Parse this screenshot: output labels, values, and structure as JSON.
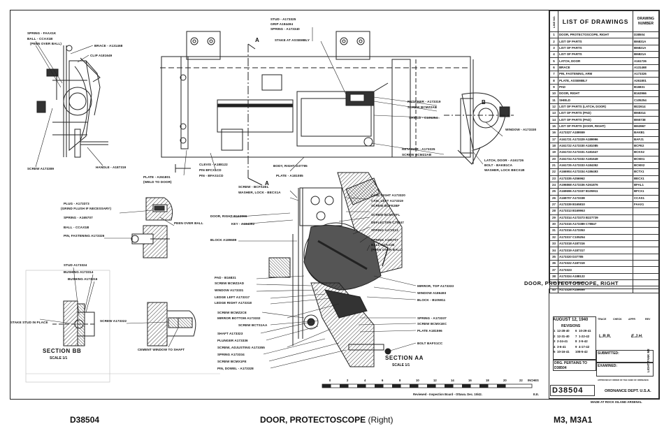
{
  "list_of_drawings": {
    "title": "LIST OF DRAWINGS",
    "line_no_header": "LINE NO.",
    "number_header": "DRAWING NUMBER",
    "rows": [
      {
        "n": "1",
        "d": "DOOR, PROTECTOSCOPE, RIGHT",
        "num": "D38504"
      },
      {
        "n": "2",
        "d": "LIST OF PARTS",
        "num": "BI6831A"
      },
      {
        "n": "3",
        "d": "LIST OF PARTS",
        "num": "BI6821A"
      },
      {
        "n": "4",
        "d": "LIST OF PARTS",
        "num": "BI6821A"
      },
      {
        "n": "5",
        "d": "LATCH, DOOR",
        "num": "A161726"
      },
      {
        "n": "6",
        "d": "BRACE",
        "num": "A131468"
      },
      {
        "n": "7",
        "d": "PIN, FASTENING, ARM",
        "num": "A173326"
      },
      {
        "n": "8",
        "d": "PLATE, ASSEMBLY",
        "num": "A261801"
      },
      {
        "n": "9",
        "d": "PAD",
        "num": "B16831"
      },
      {
        "n": "10",
        "d": "DOOR, RIGHT",
        "num": "B163966"
      },
      {
        "n": "11",
        "d": "SHIELD",
        "num": "C105254"
      },
      {
        "n": "12",
        "d": "LIST OF PARTS (LATCH, DOOR)",
        "num": "BI22614"
      },
      {
        "n": "13",
        "d": "LIST OF PARTS (PAD)",
        "num": "BI68314"
      },
      {
        "n": "14",
        "d": "LIST OF PARTS (PAD)",
        "num": "BI65738"
      },
      {
        "n": "15",
        "d": "LIST OF PARTS (DOOR, RIGHT)",
        "num": "BI63967"
      },
      {
        "n": "16",
        "d": "A173327   A189559",
        "num": "BAKB1"
      },
      {
        "n": "17",
        "d": "A161721   A173329   A189996",
        "num": "BAFJ1"
      },
      {
        "n": "18",
        "d": "A161722   A173330   A181085",
        "num": "BCFE2"
      },
      {
        "n": "19",
        "d": "A161723   A173331   A181647",
        "num": "BCKS2"
      },
      {
        "n": "20",
        "d": "A161724   A173332   A181649",
        "num": "BCMX1"
      },
      {
        "n": "21",
        "d": "A161725   A173333   A184352",
        "num": "BCMX2"
      },
      {
        "n": "22",
        "d": "A166904   A173334   A186493",
        "num": "BCTX1"
      },
      {
        "n": "23",
        "d": "A173335   A256962",
        "num": "BECX1"
      },
      {
        "n": "24",
        "d": "A196868   A173336   A261876",
        "num": "BFAL1"
      },
      {
        "n": "25",
        "d": "A169696   A173337   B105911",
        "num": "BFCX1"
      },
      {
        "n": "26",
        "d": "A169707   A173338",
        "num": "CCAS1"
      },
      {
        "n": "27",
        "d": "A173339   B165810",
        "num": "FAAX1"
      },
      {
        "n": "28",
        "d": "A173313   B169963",
        "num": ""
      },
      {
        "n": "29",
        "d": "A173314   A173373   B227739",
        "num": ""
      },
      {
        "n": "30",
        "d": "A173315   A173389   C78847",
        "num": ""
      },
      {
        "n": "31",
        "d": "A173316   A173353",
        "num": ""
      },
      {
        "n": "32",
        "d": "A173317   C105254",
        "num": ""
      },
      {
        "n": "33",
        "d": "A173318   A187316",
        "num": ""
      },
      {
        "n": "34",
        "d": "A173319   A187317",
        "num": ""
      },
      {
        "n": "35",
        "d": "A173320   D37785",
        "num": ""
      },
      {
        "n": "36",
        "d": "A173322   A187319",
        "num": ""
      },
      {
        "n": "37",
        "d": "A173323",
        "num": ""
      },
      {
        "n": "38",
        "d": "A173324   A188122",
        "num": ""
      },
      {
        "n": "39",
        "d": "A173325   A189698",
        "num": ""
      },
      {
        "n": "40",
        "d": "A173326   A189699",
        "num": ""
      }
    ]
  },
  "drawing_title": "DOOR, PROTECTOSCOPE, RIGHT",
  "title_block": {
    "date": "AUGUST 12, 1940",
    "col_headers": [
      "TRACE",
      "CHECK",
      "APPR",
      "REV"
    ],
    "revisions_title": "REVISIONS",
    "revisions": [
      {
        "n": "1",
        "l": "12-28-40",
        "m": "6",
        "r": "10-29-41"
      },
      {
        "n": "2",
        "l": "12-31-40",
        "m": "7",
        "r": "1-22-42"
      },
      {
        "n": "3",
        "l": "2-24-41",
        "m": "8",
        "r": "2-5-42"
      },
      {
        "n": "4",
        "l": "3-6-41",
        "m": "9",
        "r": "4-17-42"
      },
      {
        "n": "5",
        "l": "10-16-41",
        "m": "10",
        "r": "8-5-42"
      }
    ],
    "drawn_by": "L.R.R.",
    "traced_by": "E.J.H.",
    "pertains_label": "DRG. PERTAINS TO",
    "pertains_value": "D38504",
    "submitted_label": "SUBMITTED:",
    "examined_label": "EXAMINED:",
    "approved_label": "APPROVED BY ORDER OF THE CHIEF OF ORDNANCE",
    "drg_number": "D38504",
    "dept": "ORDNANCE DEPT. U.S.A.",
    "arsenal": "MADE AT ROCK ISLAND ARSENAL",
    "sheet_label": "LIGHT TANK M3"
  },
  "scale_bar": {
    "ticks": [
      "0",
      "2",
      "4",
      "6",
      "8",
      "10",
      "12",
      "14",
      "16",
      "18",
      "20",
      "22"
    ],
    "unit": "INCHES"
  },
  "section_bb": {
    "title": "SECTION BB",
    "scale": "SCALE 1/1"
  },
  "section_aa": {
    "title": "SECTION AA",
    "scale": "SCALE 1/1"
  },
  "callouts": {
    "spring_faaxk": "SPRING - FAAX1K",
    "ball_ccax1b": "BALL - CCAX1B",
    "peen_over_ball": "(PEEN OVER BALL)",
    "brace": "BRACE - A131468",
    "clip": "CLIP  A181649",
    "screw_a173389": "SCREW  A173389",
    "handle": "HANDLE - A187319",
    "stud": "STUD - A173325",
    "grip": "GRIP  A184494",
    "spring_a173340": "SPRING - A173340",
    "stake_at_assembly": "STAKE AT ASSEMBLY",
    "retainer_top": "RETAINER - A173319",
    "screw_bcmz2ab": "SCREW  BCMZ2AB",
    "shield": "SHIELD - C105254",
    "window_right": "WINDOW - A173330",
    "retainer_bottom": "RETAINER - A173335",
    "screw_bcmz2ab_b": "SCREW  BCMZ2AB",
    "latch": "LATCH, DOOR - A161726",
    "bolt": "BOLT - BAKB1CA",
    "washer": "WASHER, LOCK  BECX1B",
    "plate_weld": "PLATE - A261801",
    "weld_to_door": "(WELD TO DOOR)",
    "clevis": "CLEVIS - A188122",
    "pin_bfcx1cd": "PIN  BFCX1CD",
    "pin_bfas1cd": "PIN - BFAS1CD",
    "body": "BODY, RIGHT  D37785",
    "plate_a181085": "PLATE - A181085",
    "screw_bcfx2el": "SCREW - BCFX2EL",
    "washer_lock": "WASHER, LOCK - BECX1A",
    "cam_right": "CAM, RIGHT  A173320",
    "cam_left": "CAM, LEFT  A173319",
    "screw_bcfe2bf": "SCREW  BCFE2BF",
    "screw_bcmx2fl": "SCREW  BCMX2FL",
    "deflector": "DEFLECTOR  C78847",
    "spring_a173313": "SPRING  A173313",
    "spring_a165707_r": "SPRING  A165707",
    "ball_ccax1b_r": "BALL  CCAX1B",
    "peen_over_ball_r": "(PEEN OVER BALL)",
    "plug": "PLUG - A173373",
    "plug_note": "(GRIND FLUSH IF NECESSARY)",
    "spring_a165707": "SPRING - A165707",
    "ball_ccax1b_l": "BALL - CCAX1B",
    "pin_fastening": "PIN, FASTENING  A173326",
    "peen_over_ball_m": "PEEN OVER BALL",
    "door_right": "DOOR, RIGHT  B163966",
    "key": "KEY - A184352",
    "block_a189689": "BLOCK  A189689",
    "pad": "PAD - B16831",
    "screw_bcmz2ad": "SCREW  BCMZ2AD",
    "window_a173331": "WINDOW  A173331",
    "ledge_left": "LEDGE LEFT  A173317",
    "ledge_right": "LEDGE RIGHT  A173318",
    "screw_bcmz2ce": "SCREW  BCMZ2CE",
    "mirror_bottom": "MIRROR  BOTTOM  A173332",
    "screw_bcts1aa": "SCREW  BCTS1AA",
    "shaft": "SHAFT  A173323",
    "plunger": "PLUNGER  A173336",
    "screw_adjusting": "SCREW, ADJUSTING  A173355",
    "spring_a173334": "SPRING  A173334",
    "screw_bcmx1fe": "SCREW  BCMX1FE",
    "pin_dowel": "PIN, DOWEL - A173328",
    "mirror_top": "MIRROR, TOP  A173333",
    "window_a186493": "WINDOW  A186493",
    "block_b105911": "BLOCK - B105911",
    "spring_a173337": "SPRING - A173337",
    "screw_bcmx1ec": "SCREW  BCMX1EC",
    "plate_a181596": "PLATE  A181596",
    "bolt_bafs1cc": "BOLT  BAFS1CC",
    "stud_a173324": "STUD  A173324",
    "bushing_a173314": "BUSHING  A173314",
    "bushing_a173316": "BUSHING  A173316",
    "stake_stud": "STAKE STUD IN PLACE",
    "screw_a173322": "SCREW  A173322",
    "cement_window": "CEMENT WINDOW TO SHAFT",
    "section_a": "A",
    "section_b": "B"
  },
  "footer": {
    "left": "D38504",
    "center": "DOOR, PROTECTOSCOPE",
    "center_paren": "(Right)",
    "right": "M3, M3A1"
  },
  "bottom_note": "Reviewed - Inspection Board - Ottawa.   Dec. 15/42.",
  "bottom_initials": "E.E."
}
